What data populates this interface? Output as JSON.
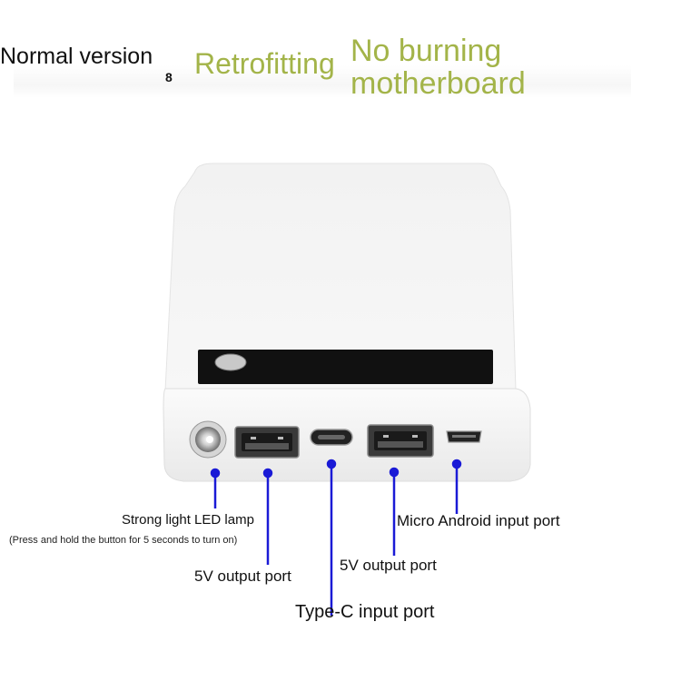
{
  "header": {
    "normal_version": "Normal version",
    "separator": "8",
    "retrofitting": "Retrofitting",
    "no_burning": "No burning motherboard"
  },
  "callouts": {
    "led_lamp": "Strong light LED lamp",
    "led_lamp_note": "(Press and hold the button for 5 seconds to turn on)",
    "usb_left": "5V output port",
    "type_c": "Type-C input port",
    "usb_right": "5V output port",
    "micro": "Micro Android input port"
  },
  "colors": {
    "accent_green": "#a3b449",
    "callout_blue": "#1a1ad6",
    "body_white": "#f4f4f4"
  },
  "icons": [
    "led-lamp-icon",
    "usb-a-port-icon",
    "usb-c-port-icon",
    "micro-usb-port-icon",
    "power-button-icon"
  ]
}
